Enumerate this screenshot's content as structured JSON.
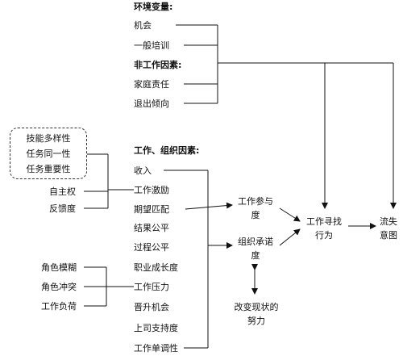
{
  "environment": {
    "title": "环境变量:",
    "items": [
      "机会",
      "一般培训"
    ]
  },
  "non_work": {
    "title": "非工作因素:",
    "items": [
      "家庭责任",
      "退出倾向"
    ]
  },
  "job_characteristics": [
    "技能多样性",
    "任务同一性",
    "任务重要性"
  ],
  "autonomy": "自主权",
  "feedback": "反馈度",
  "role_factors": [
    "角色模糊",
    "角色冲突",
    "工作负荷"
  ],
  "work_org": {
    "title": "工作、组织因素:",
    "items": [
      "收入",
      "工作激励",
      "期望匹配",
      "结果公平",
      "过程公平",
      "职业成长度",
      "工作压力",
      "晋升机会",
      "上司支持度",
      "工作单调性"
    ]
  },
  "mediators": {
    "involvement": "工作参与度",
    "commitment": "组织承诺度",
    "change_effort": "改变现状的努力"
  },
  "search_behavior": "工作寻找行为",
  "turnover_intention": "流失意图"
}
